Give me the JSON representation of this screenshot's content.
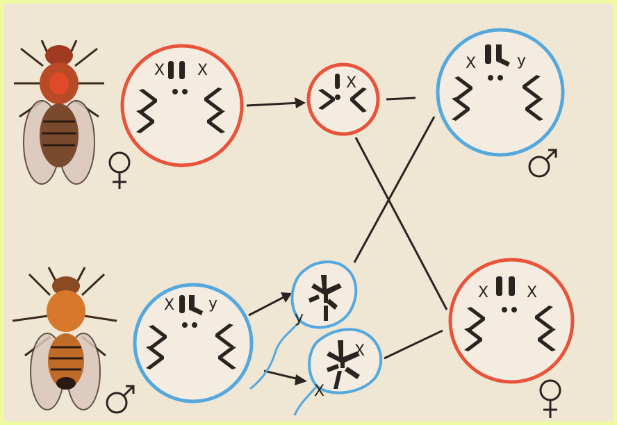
{
  "colors": {
    "female_cell": "#e8533a",
    "male_cell": "#54a8de",
    "chromosome": "#2a2420",
    "line": "#2a2420",
    "paper": "#efe6d3",
    "frame": "#eef9a0"
  },
  "labels": {
    "x": "X",
    "y": "y",
    "female_symbol": "♀",
    "male_symbol": "♂"
  },
  "cells": {
    "female_parent": [
      "X",
      "X"
    ],
    "male_parent": [
      "X",
      "y"
    ],
    "egg": [
      "X"
    ],
    "sperm_y": [
      "y"
    ],
    "sperm_x": [
      "X"
    ],
    "offspring_male": [
      "X",
      "y"
    ],
    "offspring_female": [
      "X",
      "X"
    ]
  },
  "icons": [
    "fly-female-icon",
    "fly-male-icon",
    "female-symbol-icon",
    "male-symbol-icon"
  ]
}
